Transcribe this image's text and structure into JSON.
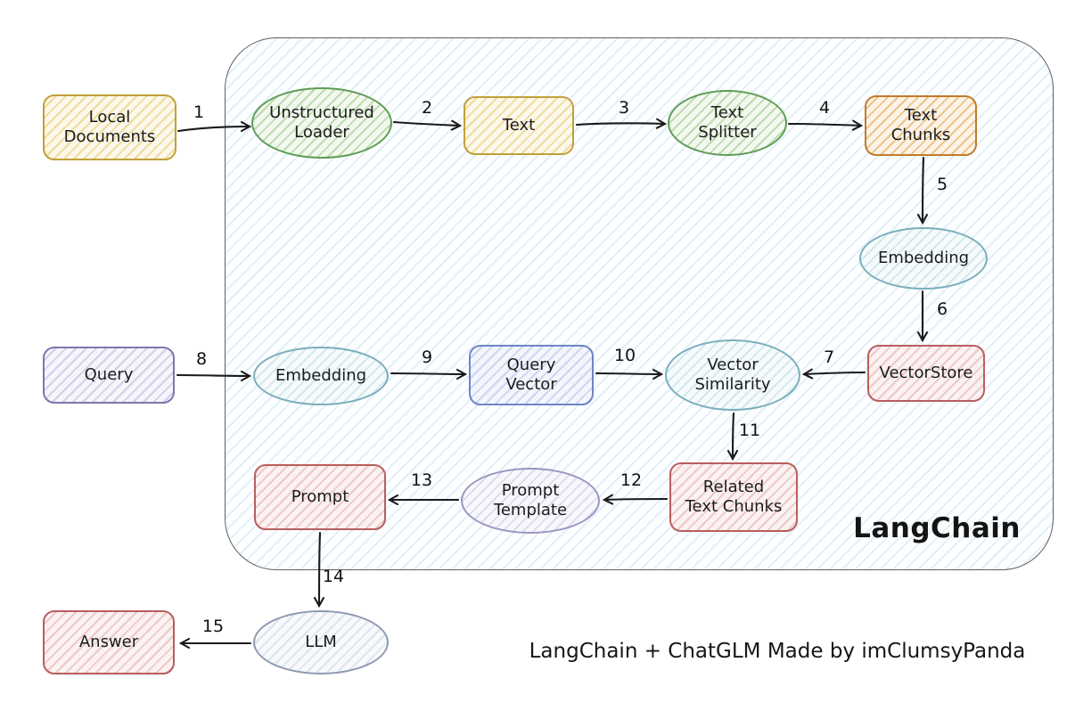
{
  "container": {
    "label": "LangChain"
  },
  "caption": "LangChain + ChatGLM Made by imClumsyPanda",
  "nodes": {
    "local_documents": {
      "label": "Local\nDocuments"
    },
    "unstructured_loader": {
      "label": "Unstructured\nLoader"
    },
    "text": {
      "label": "Text"
    },
    "text_splitter": {
      "label": "Text\nSplitter"
    },
    "text_chunks": {
      "label": "Text\nChunks"
    },
    "embedding_store": {
      "label": "Embedding"
    },
    "vectorstore": {
      "label": "VectorStore"
    },
    "query": {
      "label": "Query"
    },
    "embedding_query": {
      "label": "Embedding"
    },
    "query_vector": {
      "label": "Query\nVector"
    },
    "vector_similarity": {
      "label": "Vector\nSimilarity"
    },
    "related_text_chunks": {
      "label": "Related\nText Chunks"
    },
    "prompt_template": {
      "label": "Prompt\nTemplate"
    },
    "prompt": {
      "label": "Prompt"
    },
    "llm": {
      "label": "LLM"
    },
    "answer": {
      "label": "Answer"
    }
  },
  "edges": {
    "e1": {
      "label": "1"
    },
    "e2": {
      "label": "2"
    },
    "e3": {
      "label": "3"
    },
    "e4": {
      "label": "4"
    },
    "e5": {
      "label": "5"
    },
    "e6": {
      "label": "6"
    },
    "e7": {
      "label": "7"
    },
    "e8": {
      "label": "8"
    },
    "e9": {
      "label": "9"
    },
    "e10": {
      "label": "10"
    },
    "e11": {
      "label": "11"
    },
    "e12": {
      "label": "12"
    },
    "e13": {
      "label": "13"
    },
    "e14": {
      "label": "14"
    },
    "e15": {
      "label": "15"
    }
  },
  "palette": {
    "yellow": "#c2a03a",
    "green": "#5d9c55",
    "orange": "#bf7c2a",
    "teal": "#7aaebc",
    "red": "#b95e5e",
    "purple": "#7f76ae",
    "blue": "#6e85c6",
    "lavender": "#9a94bf",
    "grayblue": "#8d9ab1",
    "container_hatch": "#91c0e0",
    "edge": "#1a1a1a"
  }
}
